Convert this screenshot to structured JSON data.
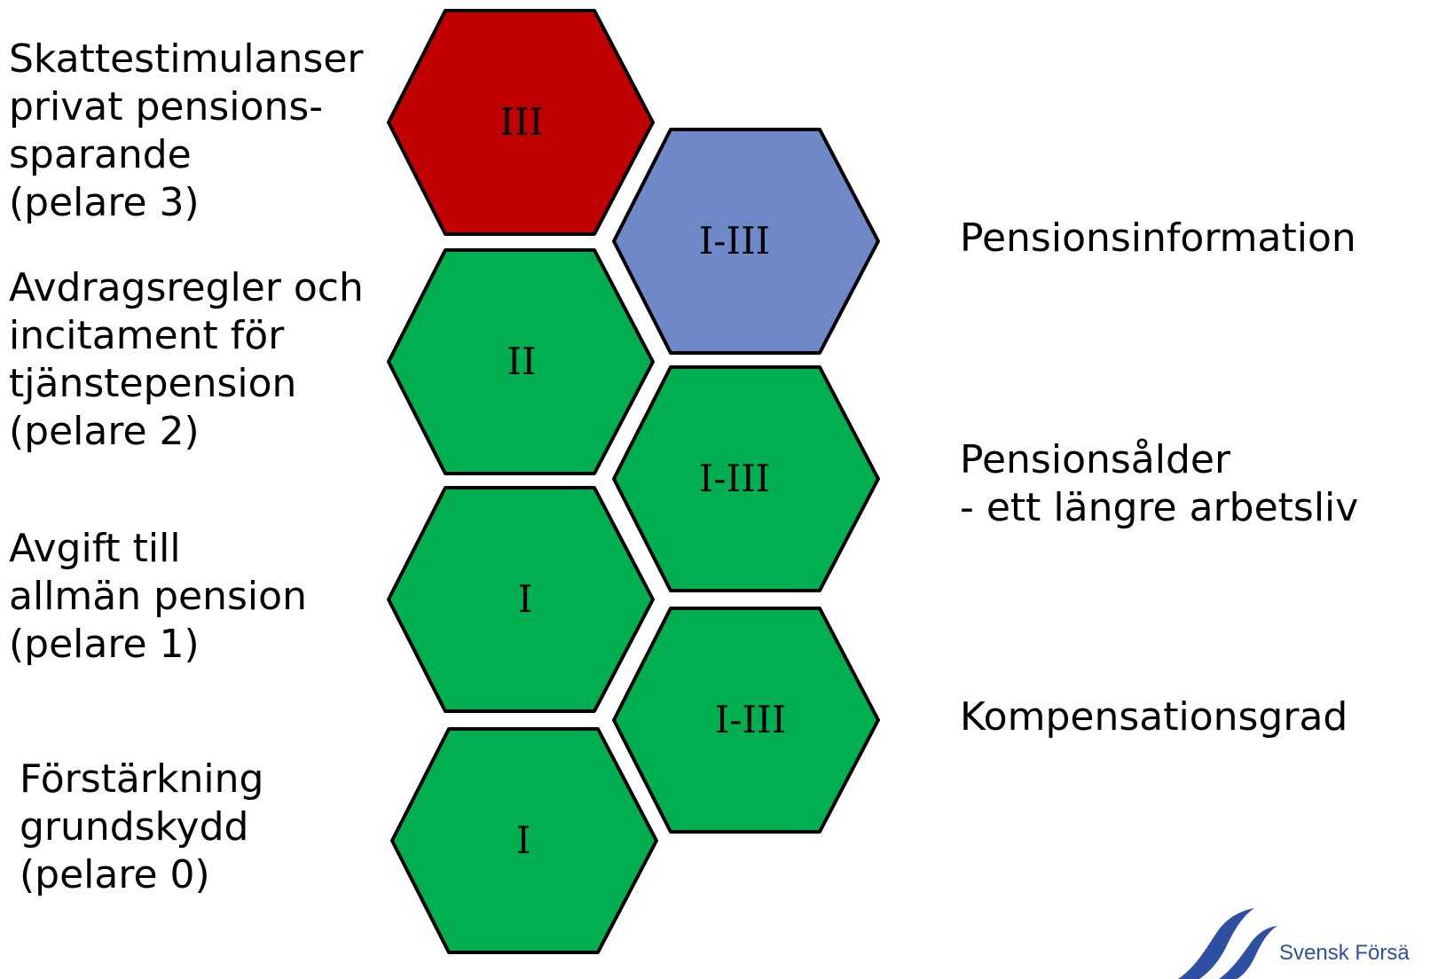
{
  "left_labels": [
    {
      "id": "pelare-3",
      "lines": [
        "Skattestimulanser",
        "privat pensions-",
        "sparande",
        "(pelare 3)"
      ]
    },
    {
      "id": "pelare-2",
      "lines": [
        "Avdragsregler och",
        "incitament för",
        "tjänstepension",
        "(pelare 2)"
      ]
    },
    {
      "id": "pelare-1",
      "lines": [
        "Avgift till",
        "allmän pension",
        "(pelare 1)"
      ]
    },
    {
      "id": "pelare-0",
      "lines": [
        "Förstärkning",
        "grundskydd",
        "(pelare 0)"
      ]
    }
  ],
  "right_labels": [
    {
      "id": "pensionsinformation",
      "lines": [
        "Pensionsinformation"
      ]
    },
    {
      "id": "pensionsalder",
      "lines": [
        "Pensionsålder",
        "- ett längre arbetsliv"
      ]
    },
    {
      "id": "kompensationsgrad",
      "lines": [
        "Kompensationsgrad"
      ]
    }
  ],
  "hexagons": [
    {
      "id": "hex-left-1",
      "label": "III",
      "fill": "#c00000"
    },
    {
      "id": "hex-left-2",
      "label": "II",
      "fill": "#00b050"
    },
    {
      "id": "hex-left-3",
      "label": "I",
      "fill": "#00b050"
    },
    {
      "id": "hex-left-4",
      "label": "I",
      "fill": "#00b050"
    },
    {
      "id": "hex-right-1",
      "label": "I-III",
      "fill": "#6f88c8"
    },
    {
      "id": "hex-right-2",
      "label": "I-III",
      "fill": "#00b050"
    },
    {
      "id": "hex-right-3",
      "label": "I-III",
      "fill": "#00b050"
    }
  ],
  "logo": {
    "text": "Svensk Försä",
    "color": "#2f4fa2"
  }
}
